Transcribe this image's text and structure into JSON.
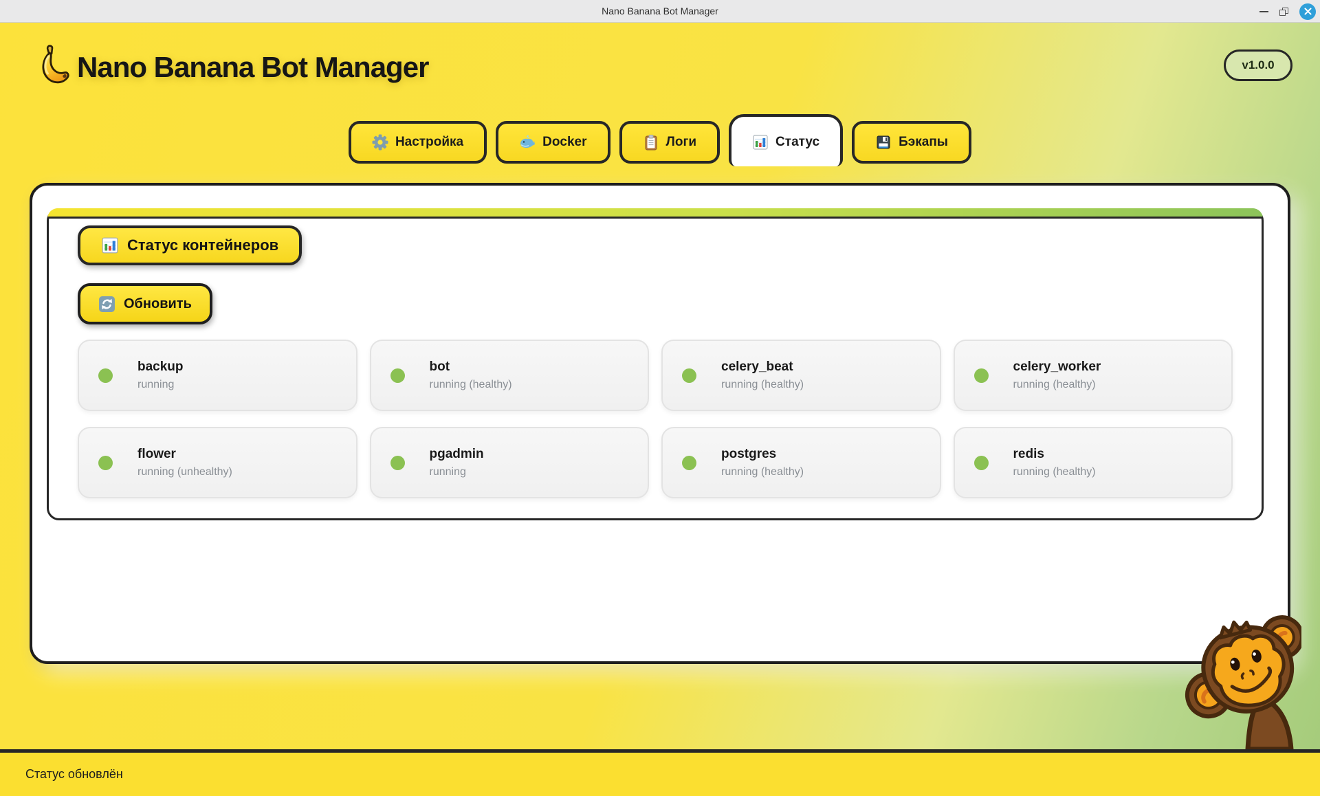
{
  "window": {
    "title": "Nano Banana Bot Manager",
    "controls": {
      "minimize": "minimize",
      "restore": "restore",
      "close": "close"
    }
  },
  "header": {
    "title": "Nano Banana Bot Manager",
    "version": "v1.0.0",
    "logo": "banana-logo"
  },
  "tabs": [
    {
      "label": "Настройка",
      "icon": "gear-icon",
      "active": false
    },
    {
      "label": "Docker",
      "icon": "whale-icon",
      "active": false
    },
    {
      "label": "Логи",
      "icon": "clipboard-icon",
      "active": false
    },
    {
      "label": "Статус",
      "icon": "bar-chart-icon",
      "active": true
    },
    {
      "label": "Бэкапы",
      "icon": "floppy-icon",
      "active": false
    }
  ],
  "status_panel": {
    "section_title": "Статус контейнеров",
    "section_icon": "bar-chart-icon",
    "refresh_label": "Обновить",
    "refresh_icon": "refresh-icon",
    "containers": [
      {
        "name": "backup",
        "status": "running"
      },
      {
        "name": "bot",
        "status": "running (healthy)"
      },
      {
        "name": "celery_beat",
        "status": "running (healthy)"
      },
      {
        "name": "celery_worker",
        "status": "running (healthy)"
      },
      {
        "name": "flower",
        "status": "running (unhealthy)"
      },
      {
        "name": "pgadmin",
        "status": "running"
      },
      {
        "name": "postgres",
        "status": "running (healthy)"
      },
      {
        "name": "redis",
        "status": "running (healthy)"
      }
    ]
  },
  "statusbar": {
    "text": "Статус обновлён"
  },
  "colors": {
    "background_yellow": "#fce23b",
    "background_green": "#a4cb7a",
    "tab_yellow": "#ffe53a",
    "border_dark": "#272727",
    "status_dot_green": "#8bc152",
    "statusbar_yellow": "#fbdf30",
    "version_badge_green": "#d8e7ae",
    "close_button_blue": "#2f9fd9"
  }
}
